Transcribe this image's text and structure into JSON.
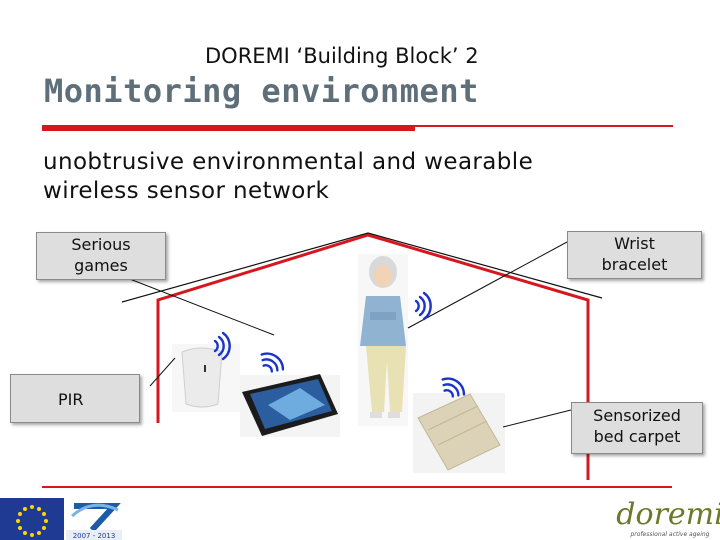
{
  "slide": {
    "subtitle": "DOREMI ‘Building Block’ 2",
    "title": "Monitoring environment",
    "body_line1": "unobtrusive environmental and wearable",
    "body_line2": "wireless sensor network"
  },
  "callouts": {
    "serious_games": [
      "Serious",
      "games"
    ],
    "wrist_bracelet": [
      "Wrist",
      "bracelet"
    ],
    "pir": "PIR",
    "bed_carpet": [
      "Sensorized",
      "bed carpet"
    ]
  },
  "logos": {
    "fp7_years": "2007 - 2013",
    "brand": "doremi",
    "brand_tagline": "professional active ageing"
  },
  "colors": {
    "accent_red": "#d6171f",
    "title_gray": "#5f6f7a",
    "wifi_blue": "#1a35c8",
    "label_bg": "#dedede",
    "eu_blue": "#1f3a93",
    "eu_star": "#ffd700"
  },
  "icons": [
    "wifi-signal-icon",
    "eu-flag-icon",
    "fp7-logo-icon",
    "doremi-logo-icon"
  ]
}
